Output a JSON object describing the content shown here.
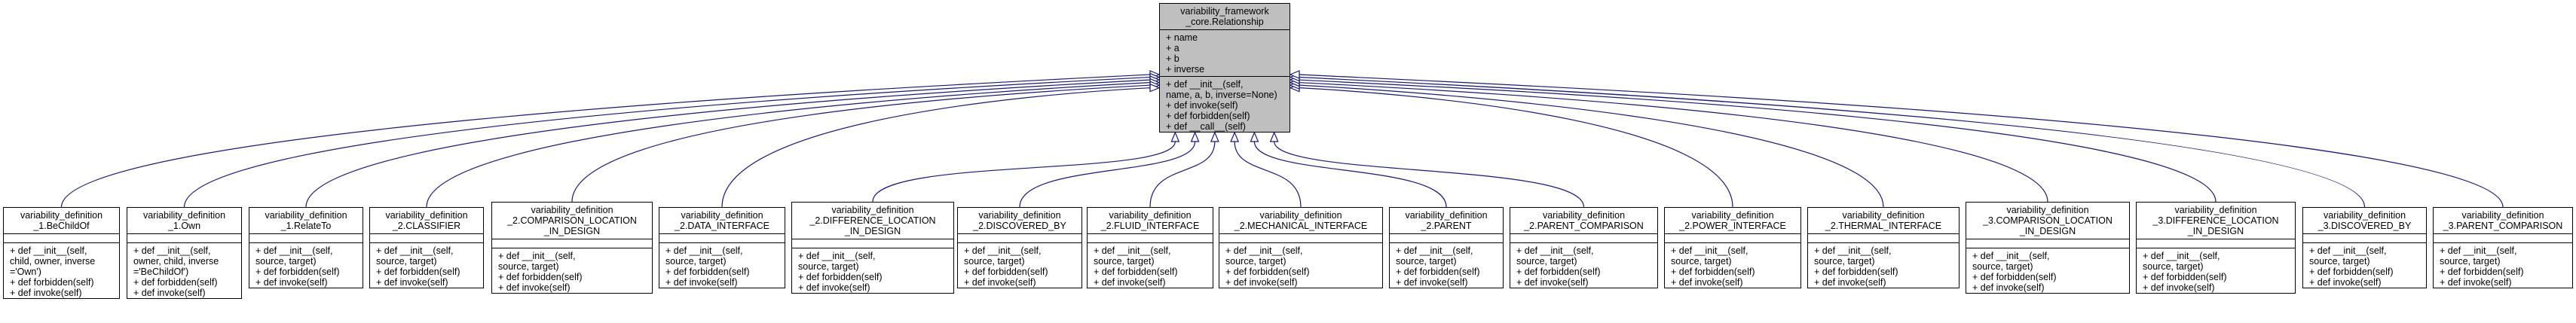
{
  "diagram": {
    "base_class": {
      "title_lines": [
        "variability_framework",
        "_core.Relationship"
      ],
      "attributes": [
        "+ name",
        "+ a",
        "+ b",
        "+ inverse"
      ],
      "methods": [
        "+ def __init__(self,",
        " name, a, b, inverse=None)",
        "+ def invoke(self)",
        "+ def forbidden(self)",
        "+ def __call__(self)"
      ]
    },
    "subclasses": [
      {
        "title_lines": [
          "variability_definition",
          "_1.BeChildOf"
        ],
        "methods": [
          "+ def __init__(self,",
          " child, owner, inverse",
          " ='Own')",
          "+ def forbidden(self)",
          "+ def invoke(self)"
        ]
      },
      {
        "title_lines": [
          "variability_definition",
          "_1.Own"
        ],
        "methods": [
          "+ def __init__(self,",
          " owner, child, inverse",
          " ='BeChildOf')",
          "+ def forbidden(self)",
          "+ def invoke(self)"
        ]
      },
      {
        "title_lines": [
          "variability_definition",
          "_1.RelateTo"
        ],
        "methods": [
          "+ def __init__(self,",
          " source, target)",
          "+ def forbidden(self)",
          "+ def invoke(self)"
        ]
      },
      {
        "title_lines": [
          "variability_definition",
          "_2.CLASSIFIER"
        ],
        "methods": [
          "+ def __init__(self,",
          " source, target)",
          "+ def forbidden(self)",
          "+ def invoke(self)"
        ]
      },
      {
        "title_lines": [
          "variability_definition",
          "_2.COMPARISON_LOCATION",
          "_IN_DESIGN"
        ],
        "methods": [
          "+ def __init__(self,",
          " source, target)",
          "+ def forbidden(self)",
          "+ def invoke(self)"
        ]
      },
      {
        "title_lines": [
          "variability_definition",
          "_2.DATA_INTERFACE"
        ],
        "methods": [
          "+ def __init__(self,",
          " source, target)",
          "+ def forbidden(self)",
          "+ def invoke(self)"
        ]
      },
      {
        "title_lines": [
          "variability_definition",
          "_2.DIFFERENCE_LOCATION",
          "_IN_DESIGN"
        ],
        "methods": [
          "+ def __init__(self,",
          " source, target)",
          "+ def forbidden(self)",
          "+ def invoke(self)"
        ]
      },
      {
        "title_lines": [
          "variability_definition",
          "_2.DISCOVERED_BY"
        ],
        "methods": [
          "+ def __init__(self,",
          " source, target)",
          "+ def forbidden(self)",
          "+ def invoke(self)"
        ]
      },
      {
        "title_lines": [
          "variability_definition",
          "_2.FLUID_INTERFACE"
        ],
        "methods": [
          "+ def __init__(self,",
          " source, target)",
          "+ def forbidden(self)",
          "+ def invoke(self)"
        ]
      },
      {
        "title_lines": [
          "variability_definition",
          "_2.MECHANICAL_INTERFACE"
        ],
        "methods": [
          "+ def __init__(self,",
          " source, target)",
          "+ def forbidden(self)",
          "+ def invoke(self)"
        ]
      },
      {
        "title_lines": [
          "variability_definition",
          "_2.PARENT"
        ],
        "methods": [
          "+ def __init__(self,",
          " source, target)",
          "+ def forbidden(self)",
          "+ def invoke(self)"
        ]
      },
      {
        "title_lines": [
          "variability_definition",
          "_2.PARENT_COMPARISON"
        ],
        "methods": [
          "+ def __init__(self,",
          " source, target)",
          "+ def forbidden(self)",
          "+ def invoke(self)"
        ]
      },
      {
        "title_lines": [
          "variability_definition",
          "_2.POWER_INTERFACE"
        ],
        "methods": [
          "+ def __init__(self,",
          " source, target)",
          "+ def forbidden(self)",
          "+ def invoke(self)"
        ]
      },
      {
        "title_lines": [
          "variability_definition",
          "_2.THERMAL_INTERFACE"
        ],
        "methods": [
          "+ def __init__(self,",
          " source, target)",
          "+ def forbidden(self)",
          "+ def invoke(self)"
        ]
      },
      {
        "title_lines": [
          "variability_definition",
          "_3.COMPARISON_LOCATION",
          "_IN_DESIGN"
        ],
        "methods": [
          "+ def __init__(self,",
          " source, target)",
          "+ def forbidden(self)",
          "+ def invoke(self)"
        ]
      },
      {
        "title_lines": [
          "variability_definition",
          "_3.DIFFERENCE_LOCATION",
          "_IN_DESIGN"
        ],
        "methods": [
          "+ def __init__(self,",
          " source, target)",
          "+ def forbidden(self)",
          "+ def invoke(self)"
        ]
      },
      {
        "title_lines": [
          "variability_definition",
          "_3.DISCOVERED_BY"
        ],
        "methods": [
          "+ def __init__(self,",
          " source, target)",
          "+ def forbidden(self)",
          "+ def invoke(self)"
        ]
      },
      {
        "title_lines": [
          "variability_definition",
          "_3.PARENT_COMPARISON"
        ],
        "methods": [
          "+ def __init__(self,",
          " source, target)",
          "+ def forbidden(self)",
          "+ def invoke(self)"
        ]
      }
    ],
    "colors": {
      "edge": "#191970",
      "base_fill": "#bfbfbf",
      "box_fill": "#ffffff",
      "border": "#000000"
    }
  }
}
